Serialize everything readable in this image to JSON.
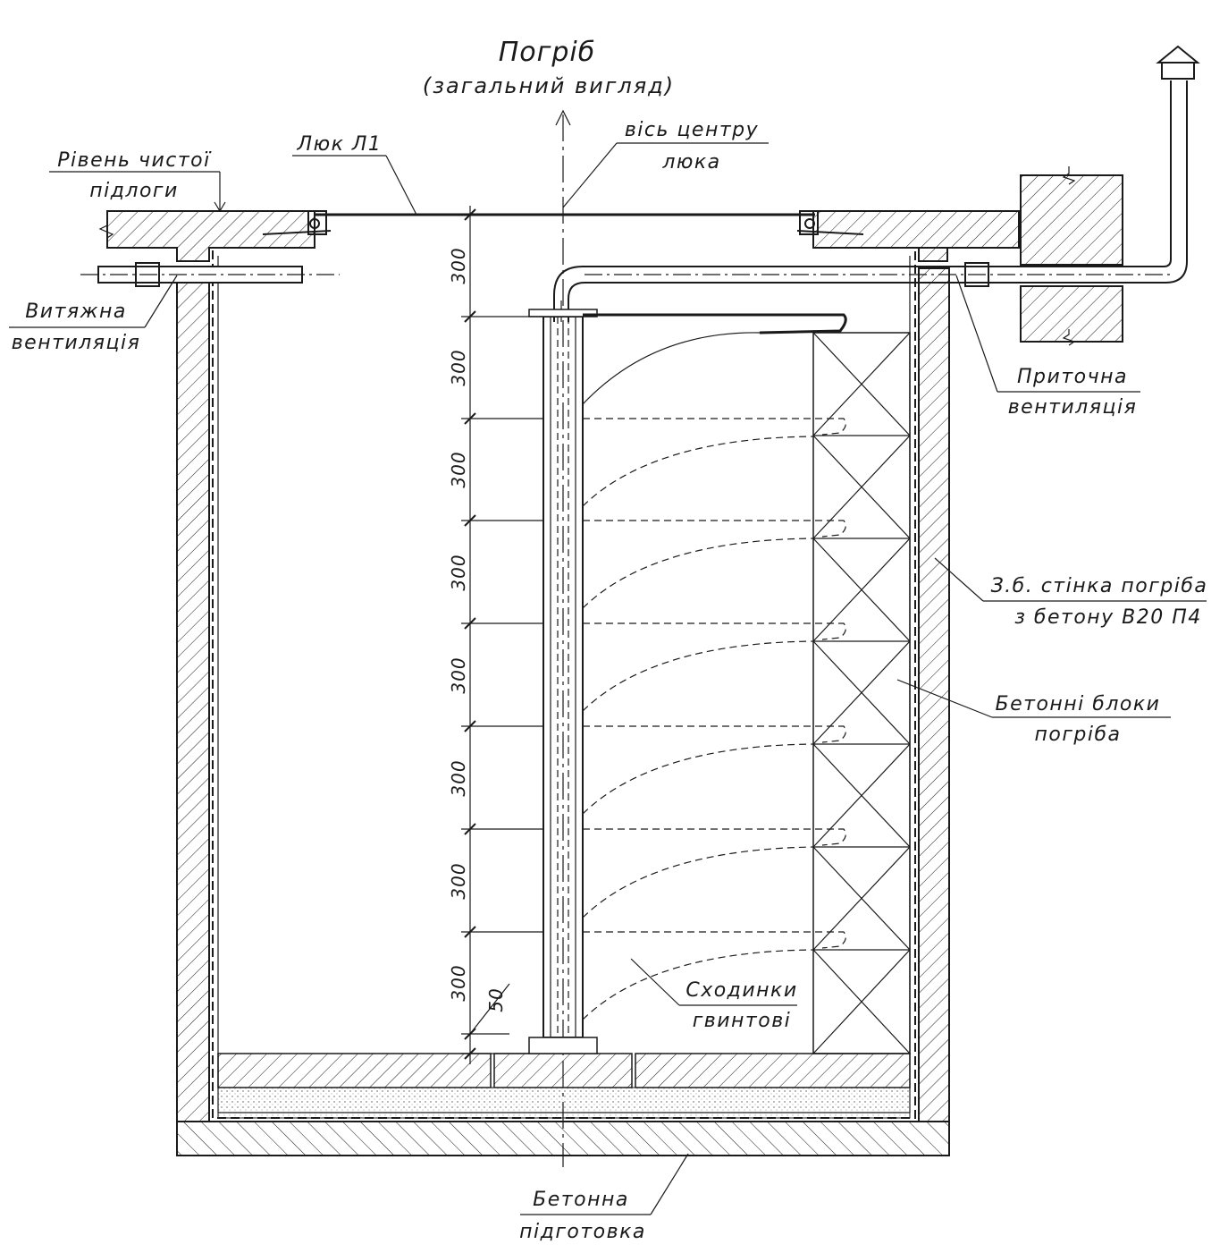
{
  "title": "Погріб",
  "subtitle": "(загальний вигляд)",
  "labels": {
    "floor_level_1": "Рівень чистої",
    "floor_level_2": "підлоги",
    "hatch": "Люк Л1",
    "axis_1": "вісь центру",
    "axis_2": "люка",
    "exhaust_1": "Витяжна",
    "exhaust_2": "вентиляція",
    "supply_1": "Приточна",
    "supply_2": "вентиляція",
    "wall_1": "З.б. стінка погріба",
    "wall_2": "з бетону В20 П4",
    "blocks_1": "Бетонні блоки",
    "blocks_2": "погріба",
    "stairs_1": "Сходинки",
    "stairs_2": "гвинтові",
    "base_1": "Бетонна",
    "base_2": "підготовка"
  },
  "dimensions": [
    "300",
    "300",
    "300",
    "300",
    "300",
    "300",
    "300",
    "300",
    "50"
  ],
  "colors": {
    "line": "#1a1a1a",
    "background": "#ffffff"
  }
}
